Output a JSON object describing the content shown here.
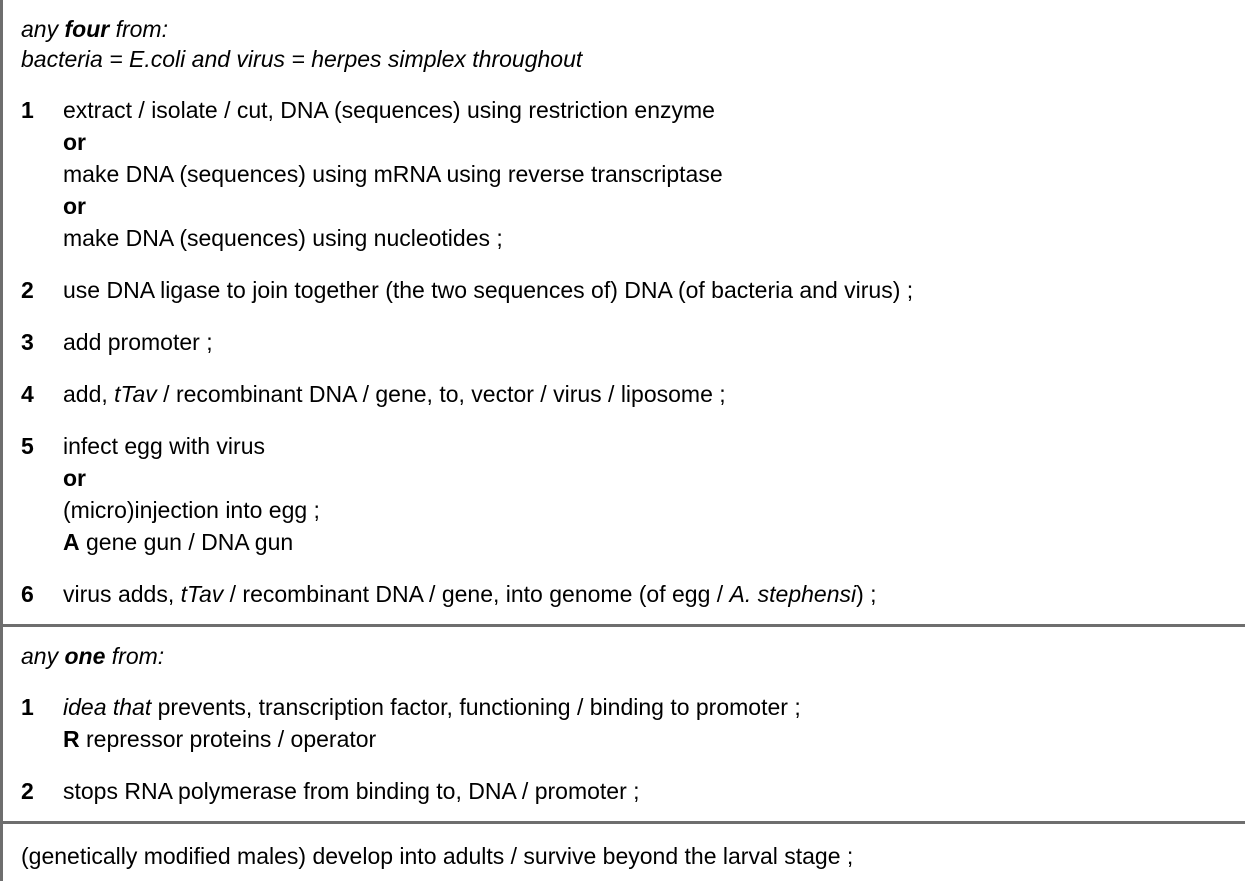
{
  "document": {
    "type": "mark-scheme",
    "background_color": "#ffffff",
    "text_color": "#000000",
    "rule_color": "#6e6e6e"
  },
  "sections": [
    {
      "id": "section-any-four",
      "preamble": {
        "line1": {
          "pre": "any ",
          "bold": "four",
          "post": " from:"
        },
        "line2": "bacteria = E.coli and virus = herpes simplex throughout"
      },
      "items": [
        {
          "number": "1",
          "lines": [
            {
              "style": "normal",
              "text": "extract / isolate / cut, DNA (sequences) using restriction enzyme"
            },
            {
              "style": "or",
              "text": "or"
            },
            {
              "style": "normal",
              "text": "make DNA (sequences) using mRNA using reverse transcriptase"
            },
            {
              "style": "or",
              "text": "or"
            },
            {
              "style": "normal",
              "text": "make DNA (sequences) using nucleotides ;"
            }
          ]
        },
        {
          "number": "2",
          "lines": [
            {
              "style": "normal",
              "text": "use DNA ligase to join together (the two sequences of) DNA (of bacteria and virus) ;"
            }
          ]
        },
        {
          "number": "3",
          "lines": [
            {
              "style": "normal",
              "text": "add promoter ;"
            }
          ]
        },
        {
          "number": "4",
          "lines": [
            {
              "style": "mixed",
              "parts": [
                {
                  "t": "add, ",
                  "s": "normal"
                },
                {
                  "t": "tTav",
                  "s": "italic"
                },
                {
                  "t": " / recombinant DNA / gene, to, vector / virus / liposome ;",
                  "s": "normal"
                }
              ]
            }
          ]
        },
        {
          "number": "5",
          "lines": [
            {
              "style": "normal",
              "text": "infect egg with virus"
            },
            {
              "style": "or",
              "text": "or"
            },
            {
              "style": "normal",
              "text": "(micro)injection into egg ;"
            },
            {
              "style": "mixed",
              "parts": [
                {
                  "t": "A",
                  "s": "bold"
                },
                {
                  "t": " gene gun / DNA gun",
                  "s": "normal"
                }
              ]
            }
          ]
        },
        {
          "number": "6",
          "lines": [
            {
              "style": "mixed",
              "parts": [
                {
                  "t": "virus adds, ",
                  "s": "normal"
                },
                {
                  "t": "tTav",
                  "s": "italic"
                },
                {
                  "t": " / recombinant DNA / gene, into genome (of egg / ",
                  "s": "normal"
                },
                {
                  "t": "A. stephensi",
                  "s": "italic"
                },
                {
                  "t": ") ;",
                  "s": "normal"
                }
              ]
            }
          ]
        }
      ]
    },
    {
      "id": "section-any-one",
      "preamble": {
        "line1": {
          "pre": "any ",
          "bold": "one",
          "post": " from:"
        }
      },
      "items": [
        {
          "number": "1",
          "lines": [
            {
              "style": "mixed",
              "parts": [
                {
                  "t": "idea that",
                  "s": "italic"
                },
                {
                  "t": " prevents, transcription factor, functioning / binding to promoter  ;",
                  "s": "normal"
                }
              ]
            },
            {
              "style": "mixed",
              "parts": [
                {
                  "t": "R",
                  "s": "bold"
                },
                {
                  "t": " repressor proteins / operator",
                  "s": "normal"
                }
              ]
            }
          ]
        },
        {
          "number": "2",
          "lines": [
            {
              "style": "normal",
              "text": "stops RNA polymerase from binding to, DNA / promoter ;"
            }
          ]
        }
      ]
    },
    {
      "id": "section-final",
      "plain_text": "(genetically modified males) develop into adults / survive beyond the larval stage ;"
    }
  ]
}
